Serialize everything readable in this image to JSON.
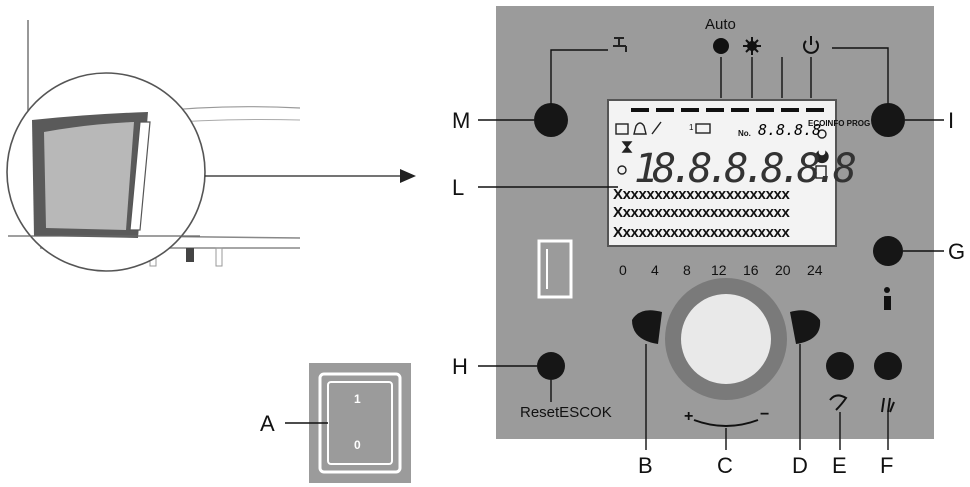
{
  "labels": {
    "A": "A",
    "B": "B",
    "C": "C",
    "D": "D",
    "E": "E",
    "F": "F",
    "G": "G",
    "H": "H",
    "I": "I",
    "L": "L",
    "M": "M"
  },
  "panel": {
    "auto_label": "Auto",
    "reset_label": "ResetESCOK",
    "plus_sign": "+",
    "minus_sign": "−",
    "info_glyph": "i",
    "ecoinfo_label": "ECOINFO PROG",
    "no_label": "No.",
    "small_digits": "8.8.8.8",
    "big_digits": "18.8.8.8.8.8",
    "one_label": "1",
    "time_scale": [
      "0",
      "4",
      "8",
      "12",
      "16",
      "20",
      "24"
    ],
    "lcd_rows": [
      "Xxxxxxxxxxxxxxxxxxxxxx",
      "Xxxxxxxxxxxxxxxxxxxxxx",
      "Xxxxxxxxxxxxxxxxxxxxxx"
    ]
  },
  "switch": {
    "on_label": "1",
    "off_label": "0"
  },
  "colors": {
    "panel": "#9b9b9b",
    "dial_ring": "#7a7a7a",
    "dial_center": "#e9e9e9",
    "lcd": "#f3f3f3"
  }
}
